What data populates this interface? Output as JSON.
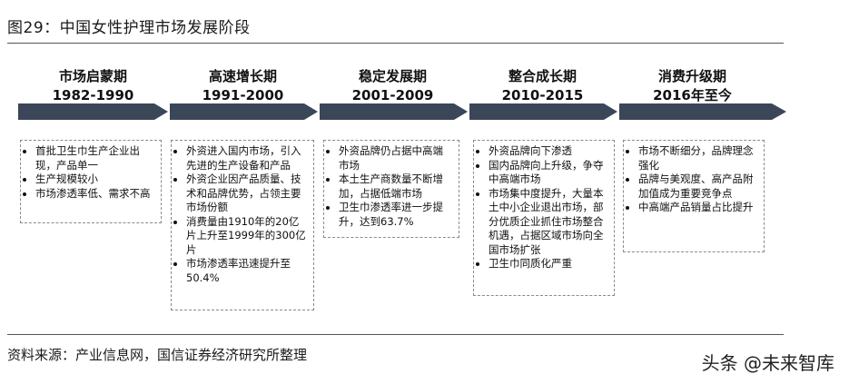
{
  "figure": {
    "title": "图29：中国女性护理市场发展阶段",
    "source": "资料来源：产业信息网，国信证券经济研究所整理",
    "watermark": "头条 @未来智库"
  },
  "stages": [
    {
      "name": "市场启蒙期",
      "years": "1982-1990",
      "bullets": [
        "首批卫生巾生产企业出现，产品单一",
        "生产规模较小",
        "市场渗透率低、需求不高"
      ]
    },
    {
      "name": "高速增长期",
      "years": "1991-2000",
      "bullets": [
        "外资进入国内市场，引入先进的生产设备和产品",
        "外资企业因产品质量、技术和品牌优势，占领主要市场份额",
        "消费量由1910年的20亿片上升至1999年的300亿片",
        "市场渗透率迅速提升至50.4%"
      ]
    },
    {
      "name": "稳定发展期",
      "years": "2001-2009",
      "bullets": [
        "外资品牌仍占据中高端市场",
        "本土生产商数量不断增加，占据低端市场",
        "卫生巾渗透率进一步提升，达到63.7%"
      ]
    },
    {
      "name": "整合成长期",
      "years": "2010-2015",
      "bullets": [
        "外资品牌向下渗透",
        "国内品牌向上升级，争夺中高端市场",
        "市场集中度提升，大量本土中小企业退出市场，部分优质企业抓住市场整合机遇，占据区域市场向全国市场扩张",
        "卫生巾同质化严重"
      ]
    },
    {
      "name": "消费升级期",
      "years": "2016年至今",
      "bullets": [
        "市场不断细分，品牌理念强化",
        "品牌与美观度、高产品附加值成为重要竞争点",
        "中高端产品销量占比提升"
      ]
    }
  ],
  "colors": {
    "arrow": "#3b4658",
    "box_border": "#8a8a8a"
  }
}
